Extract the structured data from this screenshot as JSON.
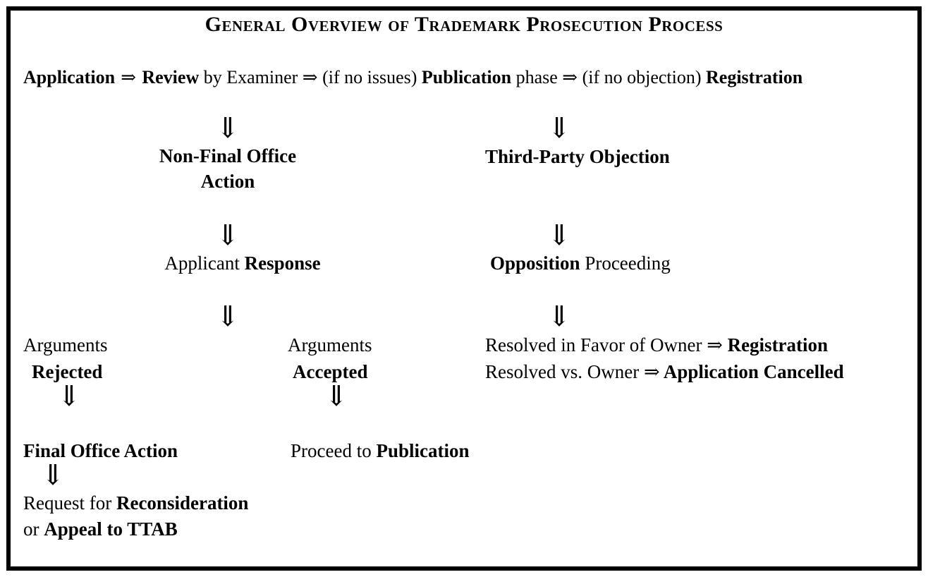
{
  "page": {
    "background_color": "#ffffff",
    "border_color": "#000000",
    "text_color": "#000000"
  },
  "title": "General Overview of Trademark Prosecution Process",
  "icons": {
    "down_arrow": "⇓",
    "right_arrow": "⇒"
  },
  "main_flow": {
    "application": "Application",
    "arrow1": " ⇒ ",
    "review": "Review",
    "by_examiner": " by Examiner ",
    "arrow2": "⇒",
    "if_no_issues": " (if no issues) ",
    "publication": "Publication",
    "phase": " phase ",
    "arrow3": "⇒",
    "if_no_objection": " (if no objection) ",
    "registration": "Registration"
  },
  "examiner_branch": {
    "non_final_office_action_line1": "Non-Final Office",
    "non_final_office_action_line2": "Action",
    "applicant": "Applicant ",
    "response": "Response",
    "arguments_rejected_line1": "Arguments",
    "arguments_rejected_line2": "Rejected",
    "arguments_accepted_line1": "Arguments",
    "arguments_accepted_line2": "Accepted",
    "final_office_action": "Final Office Action",
    "request_for": "Request for ",
    "reconsideration": "Reconsideration",
    "or": "or ",
    "appeal_to_ttab": "Appeal to TTAB",
    "proceed_to": "Proceed to ",
    "publication": "Publication"
  },
  "publication_branch": {
    "third_party_objection": "Third-Party Objection",
    "opposition": "Opposition",
    "proceeding": " Proceeding",
    "resolved_favor": "Resolved in Favor of Owner ",
    "favor_arrow": "⇒",
    "favor_result": " Registration",
    "resolved_vs": "Resolved vs. Owner ",
    "vs_arrow": "⇒",
    "vs_result": " Application Cancelled"
  }
}
